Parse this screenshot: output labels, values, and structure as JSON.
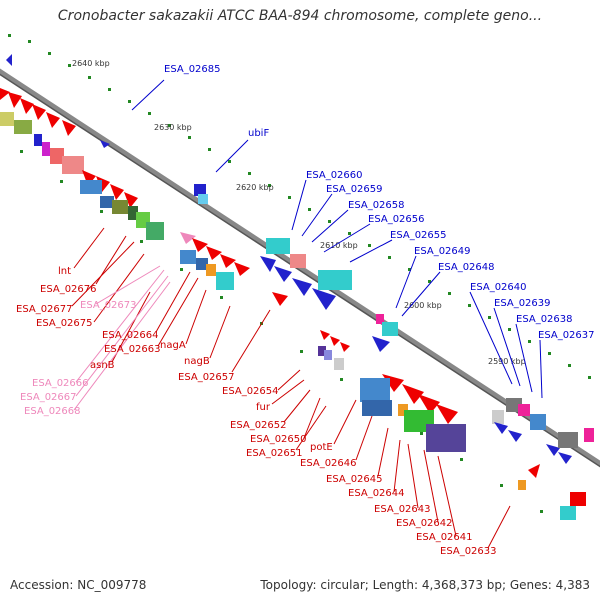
{
  "title": "Cronobacter sakazakii ATCC BAA-894 chromosome, complete geno...",
  "footer": {
    "accession": "Accession: NC_009778",
    "topology": "Topology: circular; Length: 4,368,373 bp; Genes: 4,383"
  },
  "colors": {
    "blue_label": "#0000cc",
    "red_label": "#cc0000",
    "pink_label": "#ee88bb"
  },
  "scale_labels": [
    "2640 kbp",
    "2630 kbp",
    "2620 kbp",
    "2610 kbp",
    "2600 kbp",
    "2590 kbp"
  ],
  "gene_labels_blue": [
    "ESA_02685",
    "ubiF",
    "ESA_02660",
    "ESA_02659",
    "ESA_02658",
    "ESA_02656",
    "ESA_02655",
    "ESA_02649",
    "ESA_02648",
    "ESA_02640",
    "ESA_02639",
    "ESA_02638",
    "ESA_02637"
  ],
  "gene_labels_red": [
    "lnt",
    "ESA_02676",
    "ESA_02677",
    "ESA_02675",
    "ESA_02664",
    "ESA_02663",
    "asnB",
    "nagA",
    "nagB",
    "ESA_02657",
    "ESA_02654",
    "fur",
    "ESA_02652",
    "ESA_02650",
    "ESA_02651",
    "potE",
    "ESA_02646",
    "ESA_02645",
    "ESA_02644",
    "ESA_02643",
    "ESA_02642",
    "ESA_02641",
    "ESA_02633"
  ],
  "gene_labels_pink": [
    "ESA_02673",
    "ESA_02666",
    "ESA_02667",
    "ESA_02668"
  ]
}
